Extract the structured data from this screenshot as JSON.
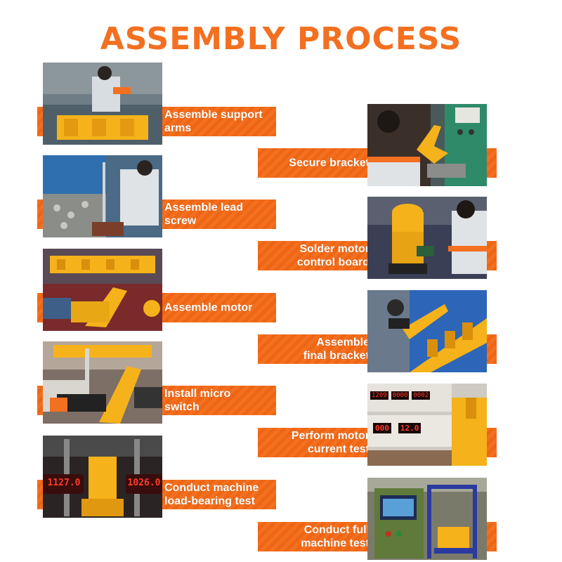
{
  "title": "ASSEMBLY PROCESS",
  "left_steps": [
    {
      "label": "Assemble support\narms"
    },
    {
      "label": "Assemble lead\nscrew"
    },
    {
      "label": "Assemble motor"
    },
    {
      "label": "Install micro\nswitch"
    },
    {
      "label": "Conduct machine\nload-bearing test",
      "readouts": [
        "1127.0",
        "1026.0"
      ]
    }
  ],
  "right_steps": [
    {
      "label": "Secure bracket"
    },
    {
      "label": "Solder motor\ncontrol board"
    },
    {
      "label": "Assemble\nfinal bracket"
    },
    {
      "label": "Perform motor\ncurrent test",
      "readouts": [
        "1209",
        "0000",
        "0002",
        "000",
        "12.0"
      ]
    },
    {
      "label": "Conduct full\nmachine test"
    }
  ],
  "colors": {
    "accent": "#f37021",
    "banner_text": "#ffffff",
    "product_yellow": "#f5b21a"
  }
}
